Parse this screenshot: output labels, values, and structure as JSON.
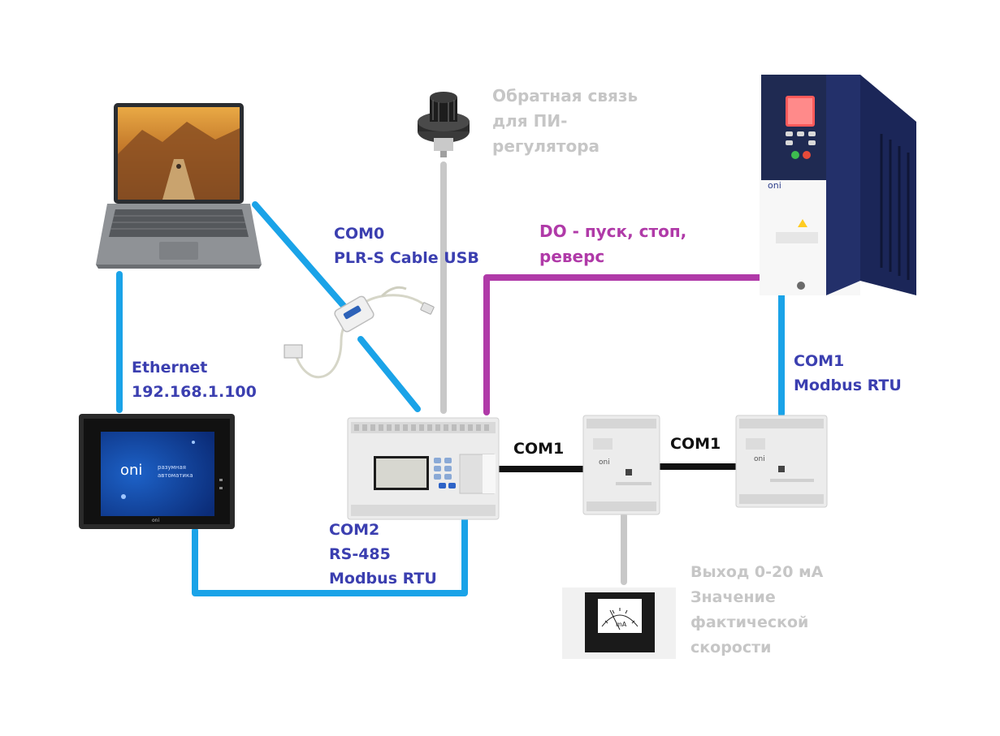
{
  "labels": {
    "feedback": [
      "Обратная связь",
      "для ПИ-",
      "регулятора"
    ],
    "com0": [
      "COM0",
      "PLR-S Cable USB"
    ],
    "do": [
      "DO - пуск, стоп,",
      "реверс"
    ],
    "ethernet": [
      "Ethernet",
      "192.168.1.100"
    ],
    "com1_vfd": [
      "COM1",
      "Modbus RTU"
    ],
    "com1_a": "COM1",
    "com1_b": "COM1",
    "com2": [
      "COM2",
      "RS-485",
      "Modbus RTU"
    ],
    "output": [
      "Выход 0-20 мА",
      "Значение",
      "фактической",
      "скорости"
    ]
  },
  "devices": {
    "hmi_brand": "oni",
    "hmi_tagline": [
      "разумная",
      "автоматика"
    ],
    "vfd_brand": "oni",
    "module_brand": "oni",
    "meter_unit": "mA"
  },
  "colors": {
    "ethernet_blue": "#1aa3e8",
    "do_magenta": "#b03aa8",
    "analog_gray": "#c8c8c8",
    "bus_black": "#111111",
    "label_blue": "#3b3fb0"
  }
}
